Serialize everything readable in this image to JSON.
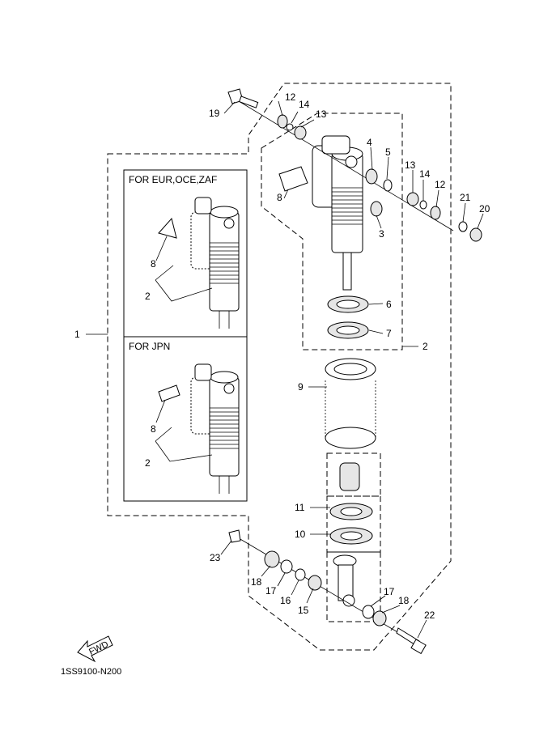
{
  "boxes": {
    "eur_title": "FOR EUR,OCE,ZAF",
    "jpn_title": "FOR JPN"
  },
  "callouts": {
    "c1": "1",
    "c2_box1": "2",
    "c2_box2": "2",
    "c2_main": "2",
    "c3": "3",
    "c4": "4",
    "c5": "5",
    "c6": "6",
    "c7": "7",
    "c8_box1": "8",
    "c8_box2": "8",
    "c8_main": "8",
    "c9": "9",
    "c10": "10",
    "c11": "11",
    "c12_a": "12",
    "c12_b": "12",
    "c13_a": "13",
    "c13_b": "13",
    "c14_a": "14",
    "c14_b": "14",
    "c15": "15",
    "c16": "16",
    "c17_a": "17",
    "c17_b": "17",
    "c18_a": "18",
    "c18_b": "18",
    "c19": "19",
    "c20": "20",
    "c21": "21",
    "c22": "22",
    "c23": "23"
  },
  "fwd_label": "FWD",
  "diagram_code": "1SS9100-N200"
}
